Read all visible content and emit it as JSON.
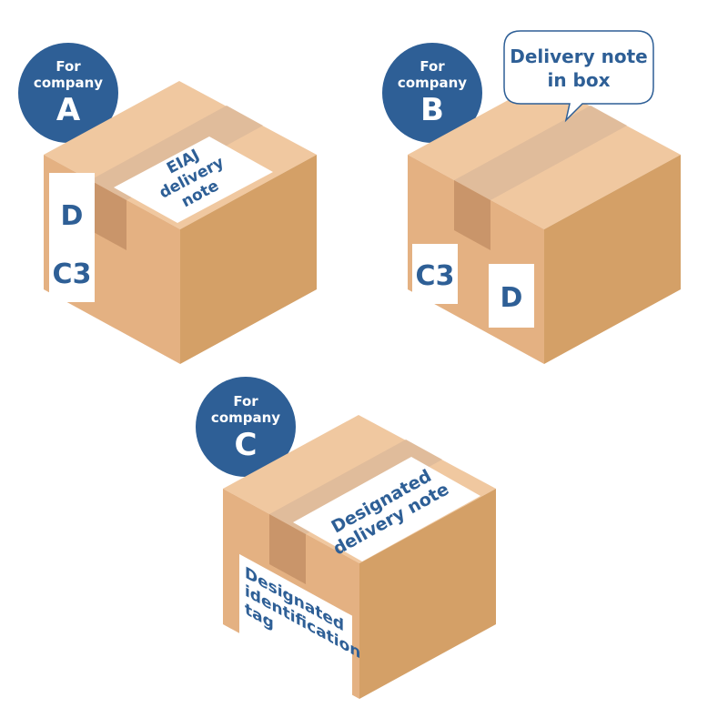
{
  "colors": {
    "badge": "#2e5f96",
    "box_top": "#f0c8a0",
    "box_left": "#e4b182",
    "box_right": "#d4a067",
    "tape": "#e0bc9b",
    "label_text": "#2e5f96"
  },
  "boxes": [
    {
      "badge": {
        "line1": "For",
        "line2": "company",
        "letter": "A"
      },
      "top_label": [
        "EIAJ",
        "delivery",
        "note"
      ],
      "side_labels": [
        "D",
        "C3"
      ]
    },
    {
      "badge": {
        "line1": "For",
        "line2": "company",
        "letter": "B"
      },
      "callout": [
        "Delivery note",
        "in box"
      ],
      "side_labels": [
        "C3",
        "D"
      ]
    },
    {
      "badge": {
        "line1": "For",
        "line2": "company",
        "letter": "C"
      },
      "top_label": [
        "Designated",
        "delivery note"
      ],
      "side_label": [
        "Designated",
        "identification",
        "tag"
      ]
    }
  ]
}
